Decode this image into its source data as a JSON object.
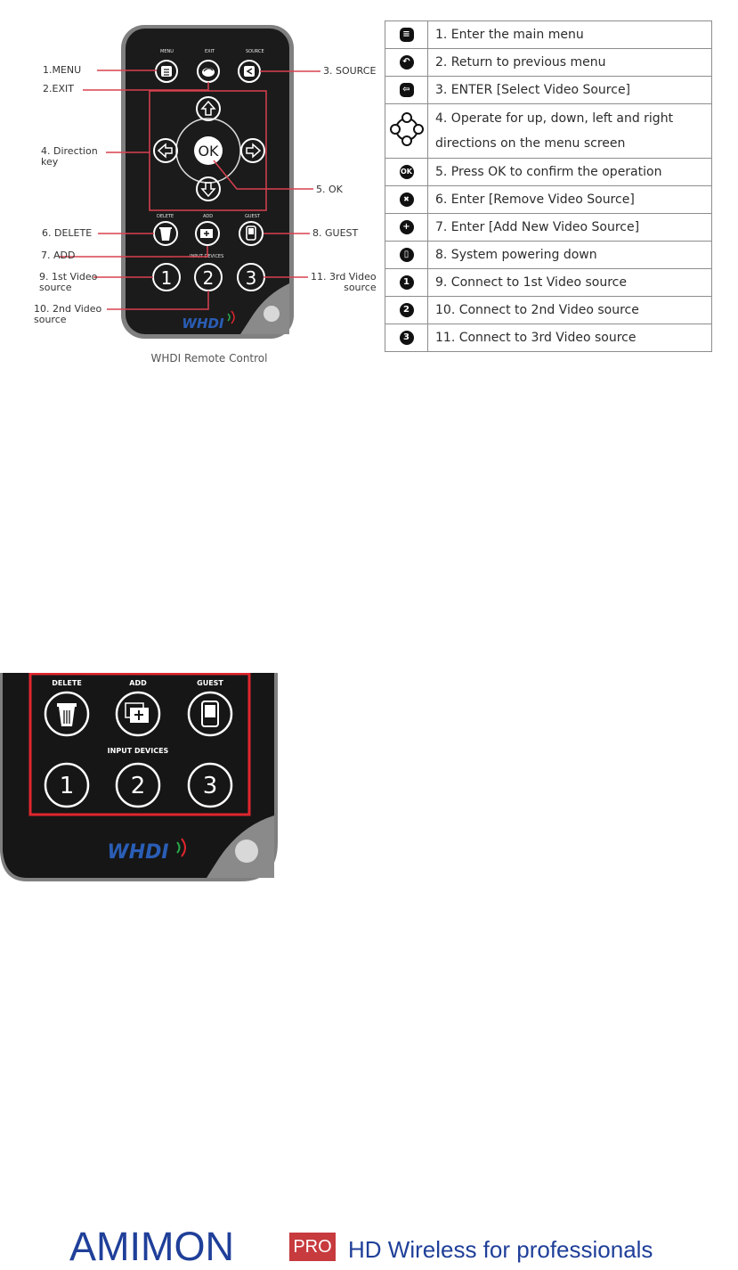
{
  "diagram": {
    "caption": "WHDI Remote Control",
    "callouts": {
      "menu": "1.MENU",
      "exit": "2.EXIT",
      "source": "3. SOURCE",
      "direction": "4. Direction\nkey",
      "ok": "5. OK",
      "delete": "6. DELETE",
      "add": "7. ADD",
      "guest": "8. GUEST",
      "first": "9. 1st Video\nsource",
      "second": "10. 2nd Video\nsource",
      "third": "11. 3rd Video\nsource"
    },
    "button_tiny_labels": [
      "MENU",
      "EXIT",
      "SOURCE",
      "DELETE",
      "ADD",
      "GUEST",
      "INPUT DEVICES"
    ],
    "ok_label": "OK",
    "digits": [
      "1",
      "2",
      "3"
    ],
    "logo": "WHDI"
  },
  "legend": {
    "rows": [
      {
        "icon": "menu-icon",
        "glyph": "≡",
        "text": "1. Enter the main menu"
      },
      {
        "icon": "exit-icon",
        "glyph": "↶",
        "text": "2. Return to previous menu"
      },
      {
        "icon": "source-icon",
        "glyph": "⇦",
        "text": "3. ENTER [Select Video Source]"
      },
      {
        "icon": "direction-pad-icon",
        "glyph": "",
        "text": "4. Operate for up, down, left and right directions on the menu screen"
      },
      {
        "icon": "ok-icon",
        "glyph": "OK",
        "text": "5. Press OK to confirm the operation"
      },
      {
        "icon": "delete-icon",
        "glyph": "✖",
        "text": "6. Enter [Remove Video Source]"
      },
      {
        "icon": "add-icon",
        "glyph": "+",
        "text": "7. Enter [Add New Video Source]"
      },
      {
        "icon": "guest-icon",
        "glyph": "▯",
        "text": "8. System powering down"
      },
      {
        "icon": "digit-1-icon",
        "glyph": "1",
        "text": "9. Connect to 1st Video source"
      },
      {
        "icon": "digit-2-icon",
        "glyph": "2",
        "text": "10. Connect to 2nd Video source"
      },
      {
        "icon": "digit-3-icon",
        "glyph": "3",
        "text": "11. Connect to 3rd Video source"
      }
    ]
  },
  "zoom": {
    "labels": {
      "delete": "DELETE",
      "add": "ADD",
      "guest": "GUEST",
      "input_devices": "INPUT DEVICES"
    },
    "digits": [
      "1",
      "2",
      "3"
    ],
    "logo": "WHDI",
    "highlight_color": "#e0262e"
  },
  "footer": {
    "brand": "AMIMON",
    "badge": "PRO",
    "tagline": "HD Wireless for professionals",
    "brand_color": "#1f3f99",
    "badge_color": "#c73a3e"
  },
  "colors": {
    "callout_line": "#d9414f",
    "remote_body": "#1b1b1b",
    "remote_rim": "#7d7d7d"
  }
}
